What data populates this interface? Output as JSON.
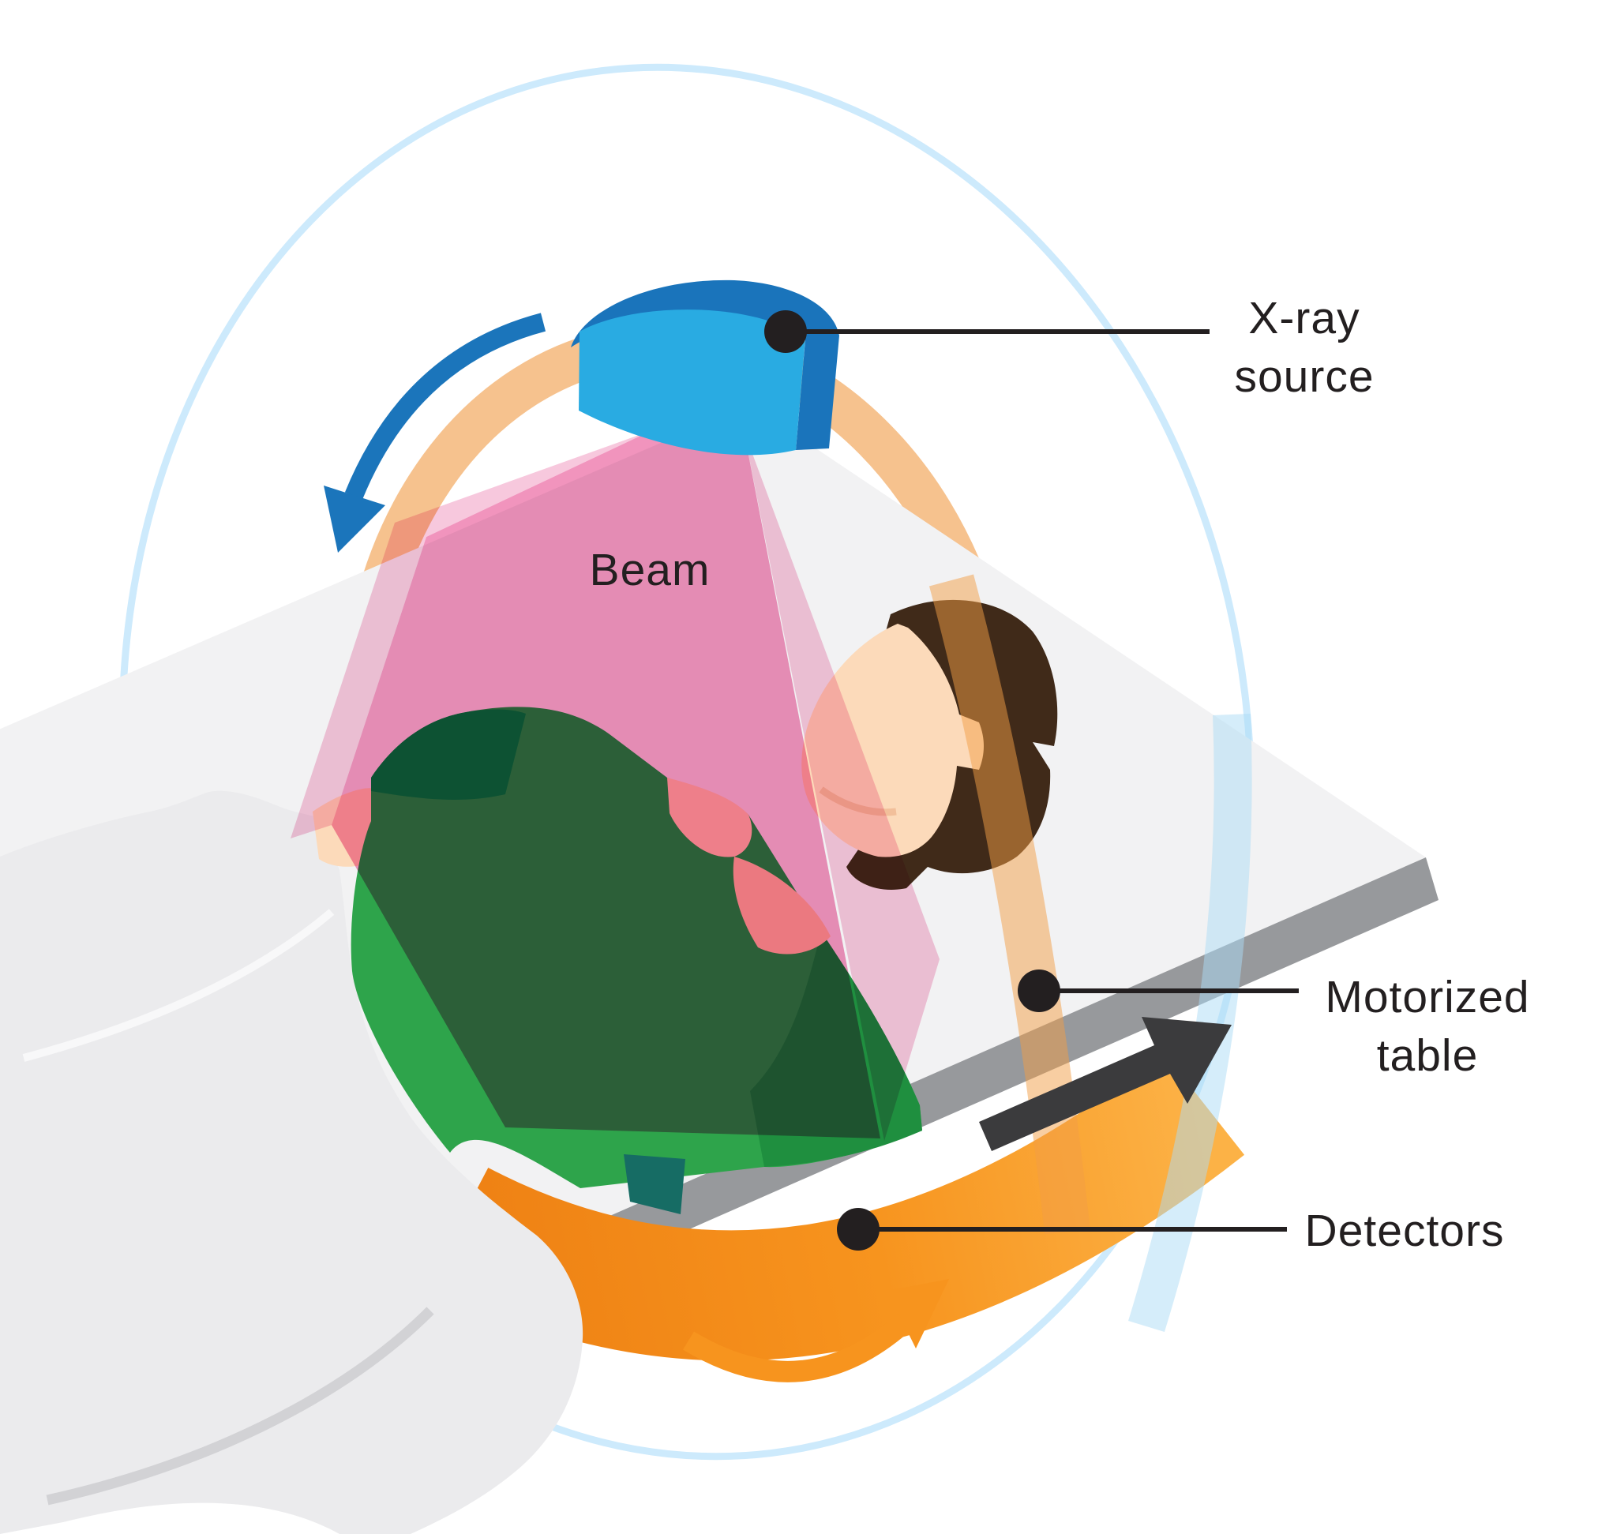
{
  "figure": {
    "kind": "CT scanner schematic with patient on table",
    "labels": {
      "xray_source": {
        "line1": "X-ray",
        "line2": "source"
      },
      "beam": {
        "text": "Beam"
      },
      "motorized_table": {
        "line1": "Motorized",
        "line2": "table"
      },
      "detectors": {
        "text": "Detectors"
      }
    },
    "icons": {
      "source_rotation_arrow": "curved-arrow-counterclockwise-blue",
      "detector_rotation_arrow": "curved-arrow-clockwise-orange",
      "table_motion_arrow": "straight-arrow-up-right-dark"
    },
    "colors": {
      "background": "#ffffff",
      "outer_gantry_ellipse": "#cdeafc",
      "gantry_ring": "#f6c28e",
      "xray_source_front": "#29abe2",
      "xray_source_dark": "#1a74bb",
      "beam_main": "#f08bb8",
      "beam_light": "#f7c3da",
      "table_top": "#f2f2f3",
      "table_edge": "#97999c",
      "blanket": "#ebebed",
      "shirt_green": "#2ea44b",
      "skin": "#fcdaba",
      "hair": "#402a19",
      "detector_orange_dark": "#ee8013",
      "detector_orange_light": "#fcb246",
      "arrow_blue": "#1b75bb",
      "arrow_orange": "#f7941e",
      "arrow_dark": "#3b3b3d",
      "label_text": "#231f20"
    }
  }
}
